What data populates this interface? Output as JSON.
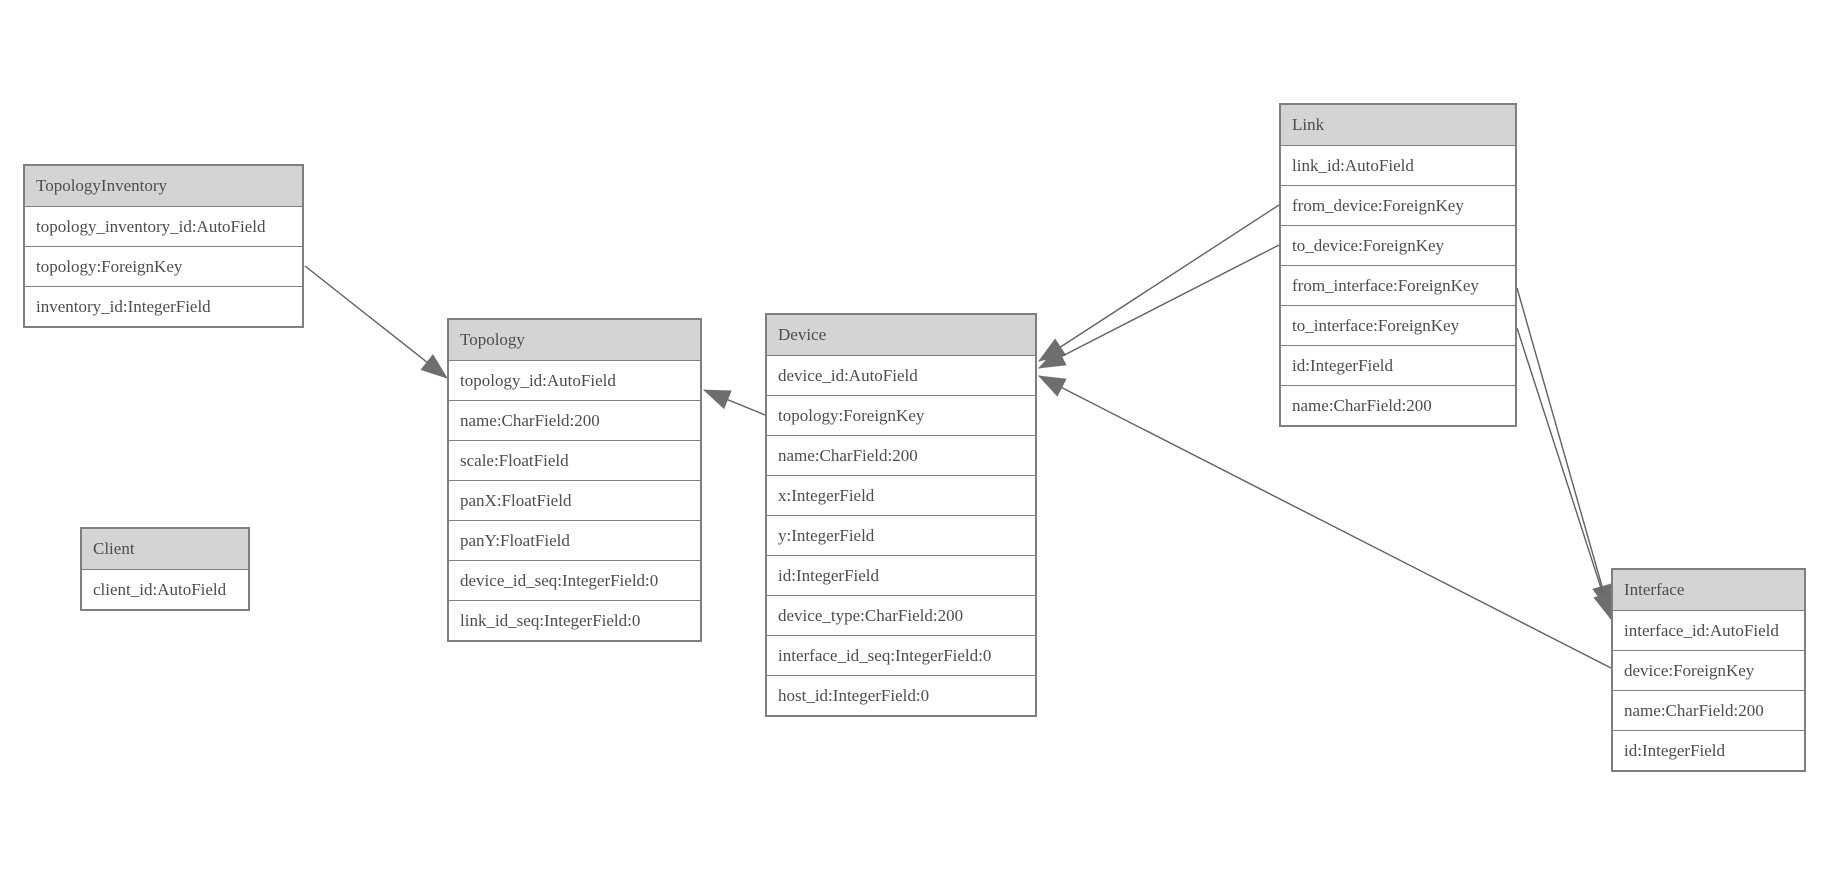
{
  "diagram": {
    "type": "entity-relationship-model-graph",
    "background_color": "#ffffff",
    "colors": {
      "header_fill": "#d4d4d4",
      "border": "#7f7f7f",
      "text": "#4d4d4d",
      "edge_line": "#616161",
      "arrowhead_fill": "#6e6e6e"
    },
    "entities": [
      {
        "name": "TopologyInventory",
        "fields": [
          "topology_inventory_id:AutoField",
          "topology:ForeignKey",
          "inventory_id:IntegerField"
        ]
      },
      {
        "name": "Topology",
        "fields": [
          "topology_id:AutoField",
          "name:CharField:200",
          "scale:FloatField",
          "panX:FloatField",
          "panY:FloatField",
          "device_id_seq:IntegerField:0",
          "link_id_seq:IntegerField:0"
        ]
      },
      {
        "name": "Client",
        "fields": [
          "client_id:AutoField"
        ]
      },
      {
        "name": "Device",
        "fields": [
          "device_id:AutoField",
          "topology:ForeignKey",
          "name:CharField:200",
          "x:IntegerField",
          "y:IntegerField",
          "id:IntegerField",
          "device_type:CharField:200",
          "interface_id_seq:IntegerField:0",
          "host_id:IntegerField:0"
        ]
      },
      {
        "name": "Link",
        "fields": [
          "link_id:AutoField",
          "from_device:ForeignKey",
          "to_device:ForeignKey",
          "from_interface:ForeignKey",
          "to_interface:ForeignKey",
          "id:IntegerField",
          "name:CharField:200"
        ]
      },
      {
        "name": "Interface",
        "fields": [
          "interface_id:AutoField",
          "device:ForeignKey",
          "name:CharField:200",
          "id:IntegerField"
        ]
      }
    ],
    "relations": [
      {
        "from": "TopologyInventory.topology",
        "to": "Topology.topology_id"
      },
      {
        "from": "Device.topology",
        "to": "Topology.topology_id"
      },
      {
        "from": "Link.from_device",
        "to": "Device.device_id"
      },
      {
        "from": "Link.to_device",
        "to": "Device.device_id"
      },
      {
        "from": "Interface.device",
        "to": "Device.device_id"
      },
      {
        "from": "Link.from_interface",
        "to": "Interface.interface_id"
      },
      {
        "from": "Link.to_interface",
        "to": "Interface.interface_id"
      }
    ]
  }
}
